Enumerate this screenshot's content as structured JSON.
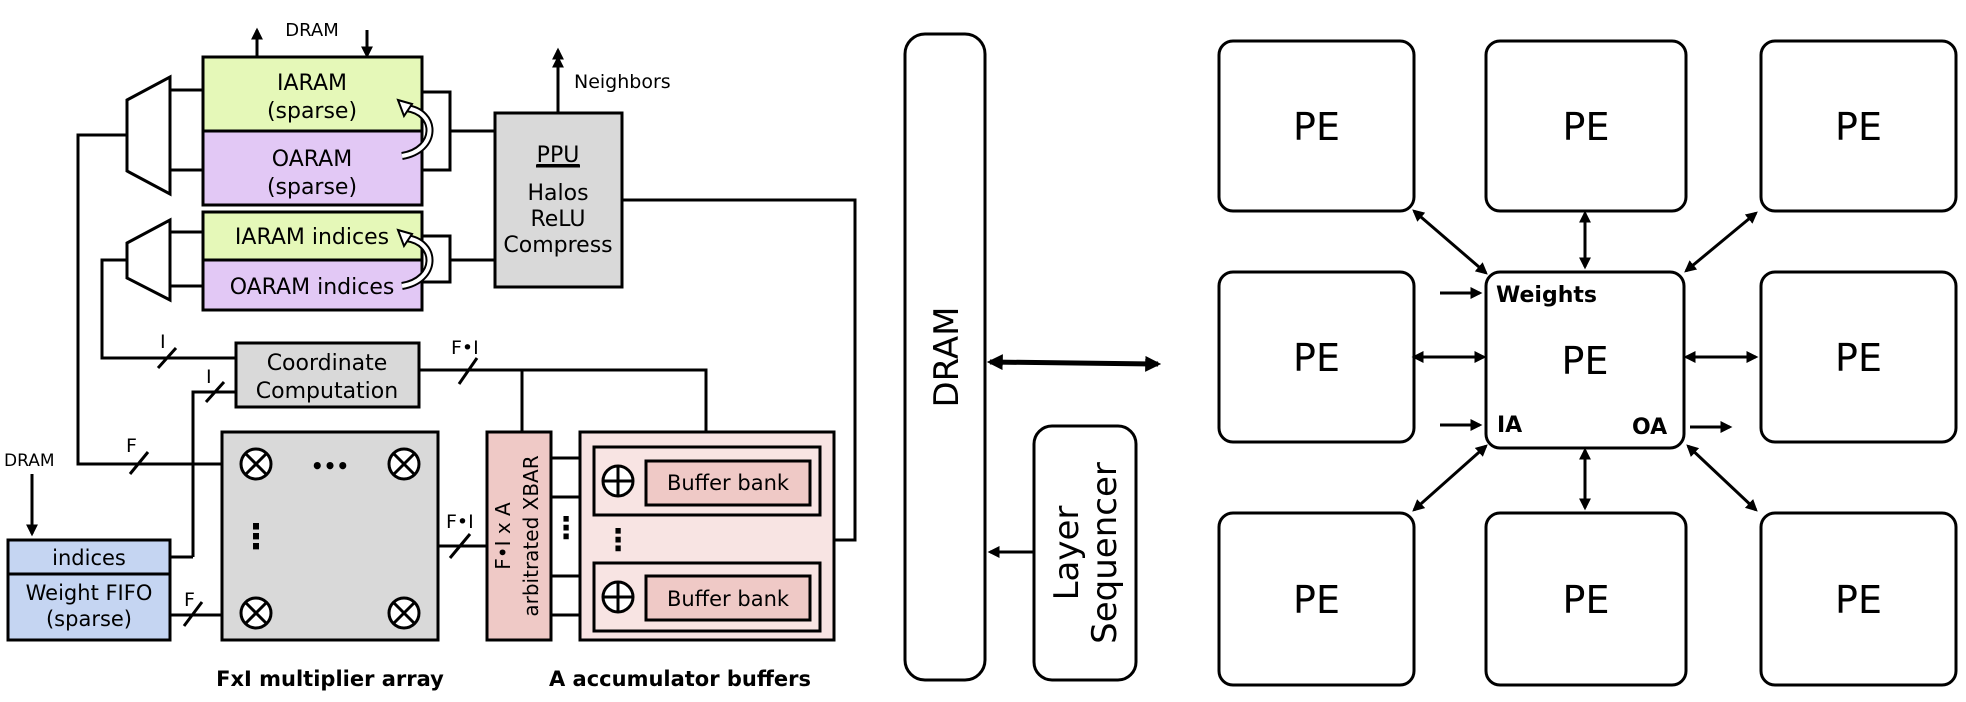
{
  "colors": {
    "ia_green": "#e5f8b8",
    "oa_purple": "#e2c8f5",
    "grey": "#d9d9d9",
    "blue": "#c5d5f2",
    "pink": "#efc9c6",
    "light_pink": "#f8e4e3"
  },
  "left": {
    "dram_top": "DRAM",
    "iaram": [
      "IARAM",
      "(sparse)"
    ],
    "oaram": [
      "OARAM",
      "(sparse)"
    ],
    "iaram_indices": "IARAM indices",
    "oaram_indices": "OARAM indices",
    "neighbors": "Neighbors",
    "ppu_title": "PPU",
    "ppu_lines": [
      "Halos",
      "ReLU",
      "Compress"
    ],
    "coord": [
      "Coordinate",
      "Computation"
    ],
    "dram_left": "DRAM",
    "indices": "indices",
    "weight_fifo": [
      "Weight FIFO",
      "(sparse)"
    ],
    "xbar": [
      "F•I x A",
      "arbitrated XBAR"
    ],
    "buffer_bank": "Buffer bank",
    "bus_labels": {
      "i1": "I",
      "i2": "I",
      "f1": "F",
      "f2": "F",
      "fi1": "F•I",
      "fi2": "F•I"
    },
    "mult_caption": "FxI multiplier array",
    "acc_caption": "A accumulator buffers",
    "ellipsis": "•••",
    "vellipsis": "⋮"
  },
  "middle": {
    "dram": "DRAM",
    "layer_sequencer": [
      "Layer",
      "Sequencer"
    ]
  },
  "right": {
    "pe": "PE",
    "weights": "Weights",
    "ia": "IA",
    "oa": "OA"
  }
}
